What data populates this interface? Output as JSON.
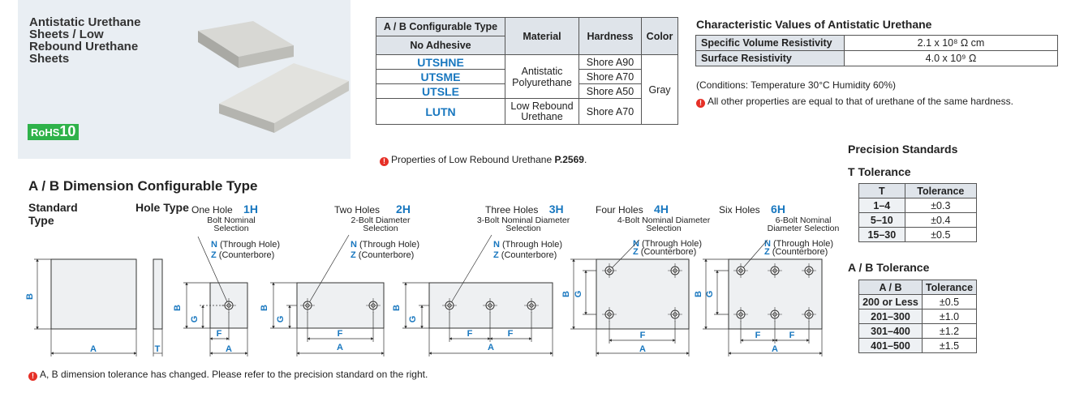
{
  "hero": {
    "title": "Antistatic Urethane Sheets / Low Rebound Urethane Sheets",
    "rohs_prefix": "RoHS",
    "rohs_num": "10"
  },
  "spec_table": {
    "headers": {
      "type": "A / B Configurable Type",
      "sub": "No Adhesive",
      "material": "Material",
      "hardness": "Hardness",
      "color": "Color"
    },
    "rows": [
      {
        "code": "UTSHNE",
        "hardness": "Shore A90"
      },
      {
        "code": "UTSME",
        "hardness": "Shore A70"
      },
      {
        "code": "UTSLE",
        "hardness": "Shore A50"
      },
      {
        "code": "LUTN",
        "hardness": "Shore A70"
      }
    ],
    "material_1": "Antistatic Polyurethane",
    "material_2": "Low Rebound Urethane",
    "color": "Gray",
    "note_prefix": "Properties of Low Rebound Urethane ",
    "note_ref": "P.2569",
    "note_suffix": "."
  },
  "characteristic": {
    "title": "Characteristic Values of Antistatic Urethane",
    "rows": [
      {
        "label": "Specific Volume Resistivity",
        "value": "2.1 x 10⁸ Ω cm"
      },
      {
        "label": "Surface Resistivity",
        "value": "4.0 x 10⁹ Ω"
      }
    ],
    "conditions": "(Conditions: Temperature 30°C Humidity 60%)",
    "note": "All other properties are equal to that of urethane of the same hardness."
  },
  "precision": {
    "title": "Precision Standards",
    "t_title": "T Tolerance",
    "t_headers": [
      "T",
      "Tolerance"
    ],
    "t_rows": [
      [
        "1–4",
        "±0.3"
      ],
      [
        "5–10",
        "±0.4"
      ],
      [
        "15–30",
        "±0.5"
      ]
    ],
    "ab_title": "A / B Tolerance",
    "ab_headers": [
      "A / B",
      "Tolerance"
    ],
    "ab_rows": [
      [
        "200 or Less",
        "±0.5"
      ],
      [
        "201–300",
        "±1.0"
      ],
      [
        "301–400",
        "±1.2"
      ],
      [
        "401–500",
        "±1.5"
      ]
    ]
  },
  "dimension": {
    "title": "A / B Dimension Configurable Type",
    "standard_type": "Standard Type",
    "hole_type": "Hole Type",
    "holes": [
      {
        "name": "One Hole",
        "code": "1H",
        "sel": "Bolt Nominal Selection"
      },
      {
        "name": "Two Holes",
        "code": "2H",
        "sel": "2-Bolt Diameter Selection"
      },
      {
        "name": "Three Holes",
        "code": "3H",
        "sel": "3-Bolt Nominal Diameter Selection"
      },
      {
        "name": "Four Holes",
        "code": "4H",
        "sel": "4-Bolt Nominal Diameter Selection"
      },
      {
        "name": "Six Holes",
        "code": "6H",
        "sel": "6-Bolt Nominal Diameter Selection"
      }
    ],
    "opt_n": "N",
    "opt_n_text": " (Through Hole)",
    "opt_z": "Z",
    "opt_z_text": " (Counterbore)",
    "dims": {
      "a": "A",
      "b": "B",
      "t": "T",
      "f": "F",
      "g": "G"
    },
    "footer_note": "A, B dimension tolerance has changed. Please refer to the precision standard on the right."
  }
}
